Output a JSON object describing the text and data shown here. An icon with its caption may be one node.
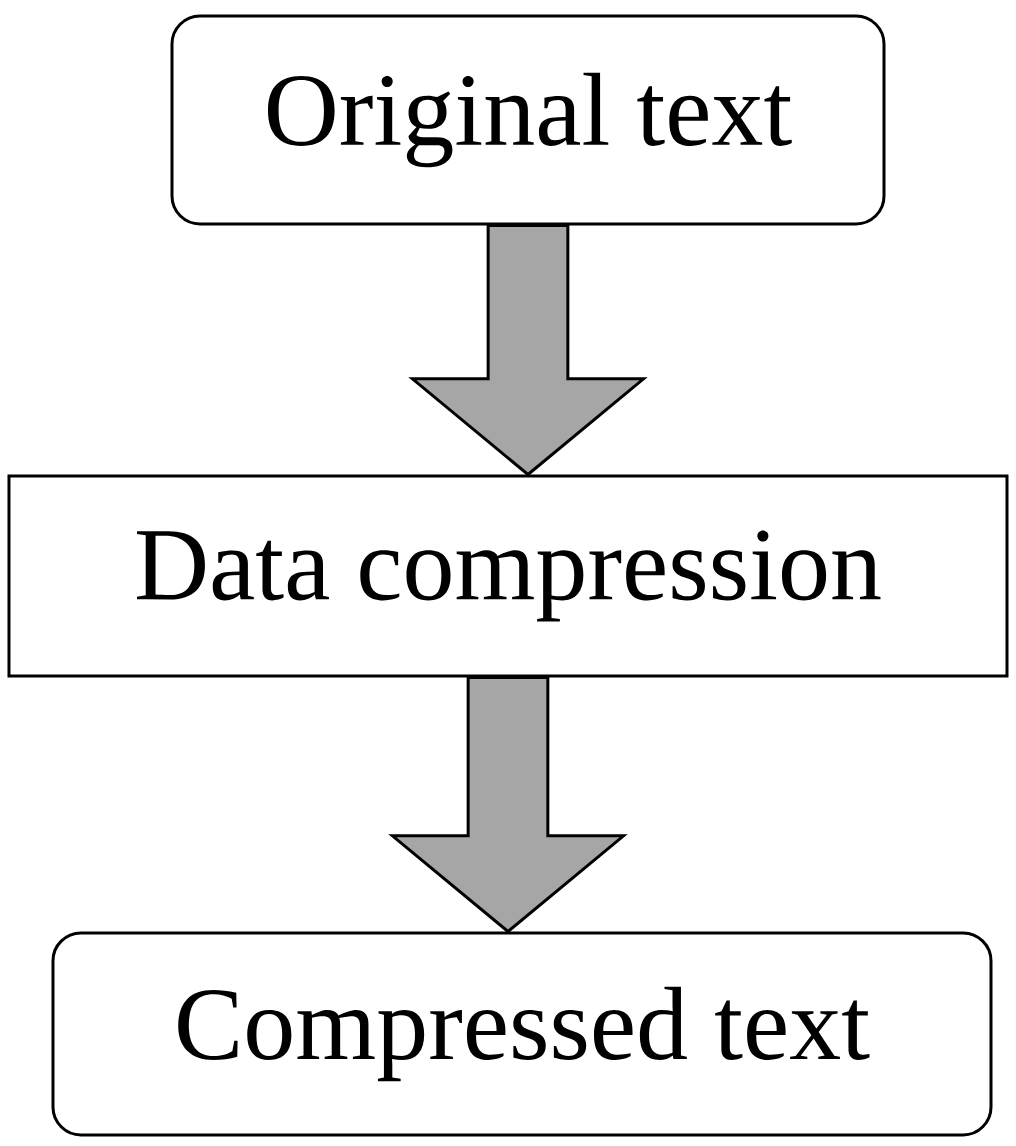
{
  "diagram": {
    "nodes": [
      {
        "text": [
          "Original text"
        ]
      },
      {
        "text": [
          "Data compression"
        ]
      },
      {
        "text": [
          "Compressed text"
        ]
      }
    ],
    "edges": [
      {
        "from": 0,
        "to": 1,
        "arrow": "to"
      },
      {
        "from": 1,
        "to": 2,
        "arrow": "to"
      }
    ]
  }
}
